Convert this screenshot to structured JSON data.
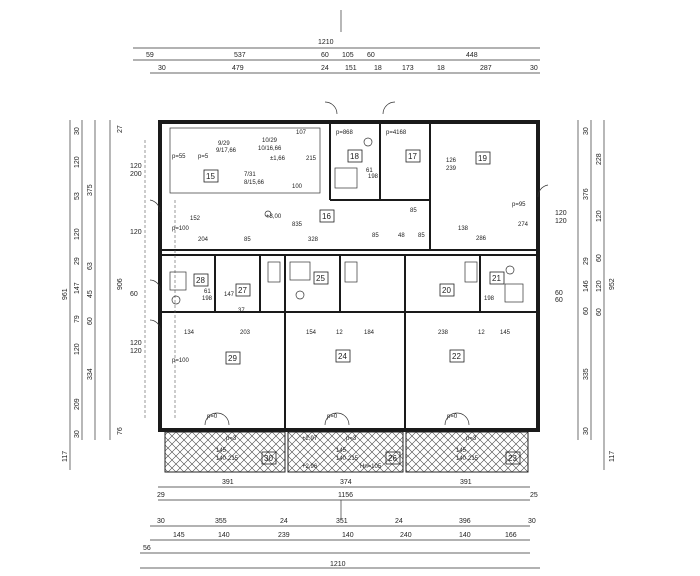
{
  "top_dims": {
    "row1": [
      "1210"
    ],
    "row2": [
      "59",
      "537",
      "60",
      "105",
      "60",
      "448"
    ],
    "row3": [
      "30",
      "479",
      "24",
      "151",
      "18",
      "173",
      "18",
      "287",
      "30"
    ]
  },
  "bottom_dims": {
    "row1": [
      "391",
      "374",
      "391"
    ],
    "row2": [
      "29",
      "1156",
      "25"
    ],
    "row3": [
      "30",
      "355",
      "24",
      "351",
      "24",
      "396",
      "30"
    ],
    "row4": [
      "145",
      "140",
      "239",
      "140",
      "240",
      "140",
      "166"
    ],
    "row5": [
      "56",
      "1210"
    ]
  },
  "left_dims": {
    "outer": [
      "961",
      "117"
    ],
    "col2": [
      "30",
      "120",
      "53",
      "120",
      "29",
      "147",
      "79",
      "120",
      "209",
      "30"
    ],
    "col3": [
      "375",
      "63",
      "45",
      "60",
      "334"
    ],
    "col4": [
      "27",
      "120",
      "200",
      "906",
      "120",
      "60",
      "120",
      "120",
      "76"
    ]
  },
  "right_dims": {
    "outer": [
      "952",
      "117"
    ],
    "col2": [
      "30",
      "376",
      "29",
      "146",
      "60",
      "335",
      "30"
    ],
    "col3": [
      "228",
      "120",
      "60",
      "120",
      "60"
    ]
  },
  "rooms": [
    {
      "label": "15"
    },
    {
      "label": "16"
    },
    {
      "label": "17"
    },
    {
      "label": "18"
    },
    {
      "label": "19"
    },
    {
      "label": "20"
    },
    {
      "label": "21"
    },
    {
      "label": "22"
    },
    {
      "label": "23"
    },
    {
      "label": "24"
    },
    {
      "label": "25"
    },
    {
      "label": "26"
    },
    {
      "label": "27"
    },
    {
      "label": "28"
    },
    {
      "label": "29"
    },
    {
      "label": "30"
    }
  ],
  "annotations": {
    "stairs_1": "9/29",
    "stairs_2": "9/17,66",
    "stairs_3": "10/29",
    "stairs_4": "10/16,66",
    "stairs_5": "7/31",
    "stairs_6": "8/15,66",
    "stair_note": "±1,66",
    "p55": "p=55",
    "p5": "p=5",
    "p868": "p=868",
    "p4168": "p=4168",
    "p95": "p=95",
    "p100a": "p=100",
    "p100b": "p=100",
    "p0a": "p=0",
    "p0b": "p=0",
    "p0c": "p=0",
    "p3a": "p=3",
    "p3b": "p=3",
    "p3c": "p=3",
    "level_300": "+3,00",
    "level_297": "+2,97",
    "level_296": "+2,96",
    "hn105": "Hn=105",
    "v107": "107",
    "v100": "100",
    "v215": "215",
    "v152": "152",
    "v204": "204",
    "v85a": "85",
    "v835": "835",
    "v328": "328",
    "v85b": "85",
    "v48": "48",
    "v85c": "85",
    "v126": "126",
    "v239": "239",
    "v138": "138",
    "v286": "286",
    "v274": "274",
    "v198a": "198",
    "v198b": "198",
    "v198c": "198",
    "v61a": "61",
    "v61b": "61",
    "v85d": "85",
    "v134": "134",
    "v203": "203",
    "v154": "154",
    "v12a": "12",
    "v184": "184",
    "v238": "238",
    "v12b": "12",
    "v145": "145",
    "v147": "147",
    "v37": "37",
    "v145b": "145",
    "v140a": "140",
    "v215b": "215",
    "v145c": "145",
    "v140b": "140",
    "v215c": "215",
    "v145d": "145",
    "v140c": "140",
    "v215d": "215"
  }
}
